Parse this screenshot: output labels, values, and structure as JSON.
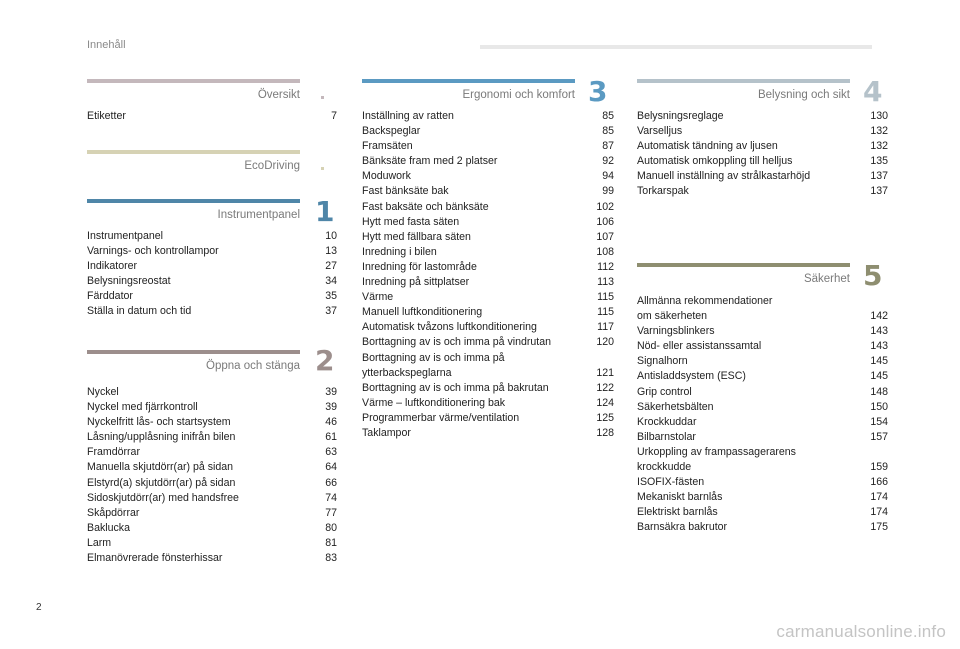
{
  "header": {
    "title": "Innehåll"
  },
  "page_number": "2",
  "watermark": "carmanualsonline.info",
  "colors": {
    "oversikt": "#c4b8bc",
    "ecodriving": "#d6d2b4",
    "instrumentpanel": "#4f86a8",
    "oppna": "#9c8e8c",
    "ergonomi": "#5b9ac2",
    "belysning": "#b5c2ca",
    "sakerhet": "#8e8e70"
  },
  "sections": {
    "oversikt": {
      "title": "Översikt",
      "entries": [
        {
          "label": "Etiketter",
          "page": "7"
        }
      ]
    },
    "ecodriving": {
      "title": "EcoDriving"
    },
    "instrumentpanel": {
      "title": "Instrumentpanel",
      "number": "1",
      "entries": [
        {
          "label": "Instrumentpanel",
          "page": "10"
        },
        {
          "label": "Varnings- och kontrollampor",
          "page": "13"
        },
        {
          "label": "Indikatorer",
          "page": "27"
        },
        {
          "label": "Belysningsreostat",
          "page": "34"
        },
        {
          "label": "Färddator",
          "page": "35"
        },
        {
          "label": "Ställa in datum och tid",
          "page": "37"
        }
      ]
    },
    "oppna": {
      "title": "Öppna och stänga",
      "number": "2",
      "entries": [
        {
          "label": "Nyckel",
          "page": "39"
        },
        {
          "label": "Nyckel med fjärrkontroll",
          "page": "39"
        },
        {
          "label": "Nyckelfritt lås- och startsystem",
          "page": "46"
        },
        {
          "label": "Låsning/upplåsning inifrån bilen",
          "page": "61"
        },
        {
          "label": "Framdörrar",
          "page": "63"
        },
        {
          "label": "Manuella skjutdörr(ar) på sidan",
          "page": "64"
        },
        {
          "label": "Elstyrd(a) skjutdörr(ar) på sidan",
          "page": "66"
        },
        {
          "label": "Sidoskjutdörr(ar) med handsfree",
          "page": "74"
        },
        {
          "label": "Skåpdörrar",
          "page": "77"
        },
        {
          "label": "Baklucka",
          "page": "80"
        },
        {
          "label": "Larm",
          "page": "81"
        },
        {
          "label": "Elmanövrerade fönsterhissar",
          "page": "83"
        }
      ]
    },
    "ergonomi": {
      "title": "Ergonomi och komfort",
      "number": "3",
      "entries": [
        {
          "label": "Inställning av ratten",
          "page": "85"
        },
        {
          "label": "Backspeglar",
          "page": "85"
        },
        {
          "label": "Framsäten",
          "page": "87"
        },
        {
          "label": "Bänksäte fram med 2 platser",
          "page": "92"
        },
        {
          "label": "Moduwork",
          "page": "94"
        },
        {
          "label": "Fast bänksäte bak",
          "page": "99"
        },
        {
          "label": "Fast baksäte och bänksäte",
          "page": "102"
        },
        {
          "label": "Hytt med fasta säten",
          "page": "106"
        },
        {
          "label": "Hytt med fällbara säten",
          "page": "107"
        },
        {
          "label": "Inredning i bilen",
          "page": "108"
        },
        {
          "label": "Inredning för lastområde",
          "page": "112"
        },
        {
          "label": "Inredning på sittplatser",
          "page": "113"
        },
        {
          "label": "Värme",
          "page": "115"
        },
        {
          "label": "Manuell luftkonditionering",
          "page": "115"
        },
        {
          "label": "Automatisk tvåzons luftkonditionering",
          "page": "117"
        },
        {
          "label": "Borttagning av is och imma på vindrutan",
          "page": "120"
        },
        {
          "label": "Borttagning av is och imma på\nytterbackspeglarna",
          "page": "121"
        },
        {
          "label": "Borttagning av is och imma på bakrutan",
          "page": "122"
        },
        {
          "label": "Värme – luftkonditionering bak",
          "page": "124"
        },
        {
          "label": "Programmerbar värme/ventilation",
          "page": "125"
        },
        {
          "label": "Taklampor",
          "page": "128"
        }
      ]
    },
    "belysning": {
      "title": "Belysning och sikt",
      "number": "4",
      "entries": [
        {
          "label": "Belysningsreglage",
          "page": "130"
        },
        {
          "label": "Varselljus",
          "page": "132"
        },
        {
          "label": "Automatisk tändning av ljusen",
          "page": "132"
        },
        {
          "label": "Automatisk omkoppling till helljus",
          "page": "135"
        },
        {
          "label": "Manuell inställning av strålkastarhöjd",
          "page": "137"
        },
        {
          "label": "Torkarspak",
          "page": "137"
        }
      ]
    },
    "sakerhet": {
      "title": "Säkerhet",
      "number": "5",
      "entries": [
        {
          "label": "Allmänna rekommendationer\nom säkerheten",
          "page": "142"
        },
        {
          "label": "Varningsblinkers",
          "page": "143"
        },
        {
          "label": "Nöd- eller assistanssamtal",
          "page": "143"
        },
        {
          "label": "Signalhorn",
          "page": "145"
        },
        {
          "label": "Antisladdsystem (ESC)",
          "page": "145"
        },
        {
          "label": "Grip control",
          "page": "148"
        },
        {
          "label": "Säkerhetsbälten",
          "page": "150"
        },
        {
          "label": "Krockkuddar",
          "page": "154"
        },
        {
          "label": "Bilbarnstolar",
          "page": "157"
        },
        {
          "label": "Urkoppling av frampassagerarens\nkrockkudde",
          "page": "159"
        },
        {
          "label": "ISOFIX-fästen",
          "page": "166"
        },
        {
          "label": "Mekaniskt barnlås",
          "page": "174"
        },
        {
          "label": "Elektriskt barnlås",
          "page": "174"
        },
        {
          "label": "Barnsäkra bakrutor",
          "page": "175"
        }
      ]
    }
  }
}
